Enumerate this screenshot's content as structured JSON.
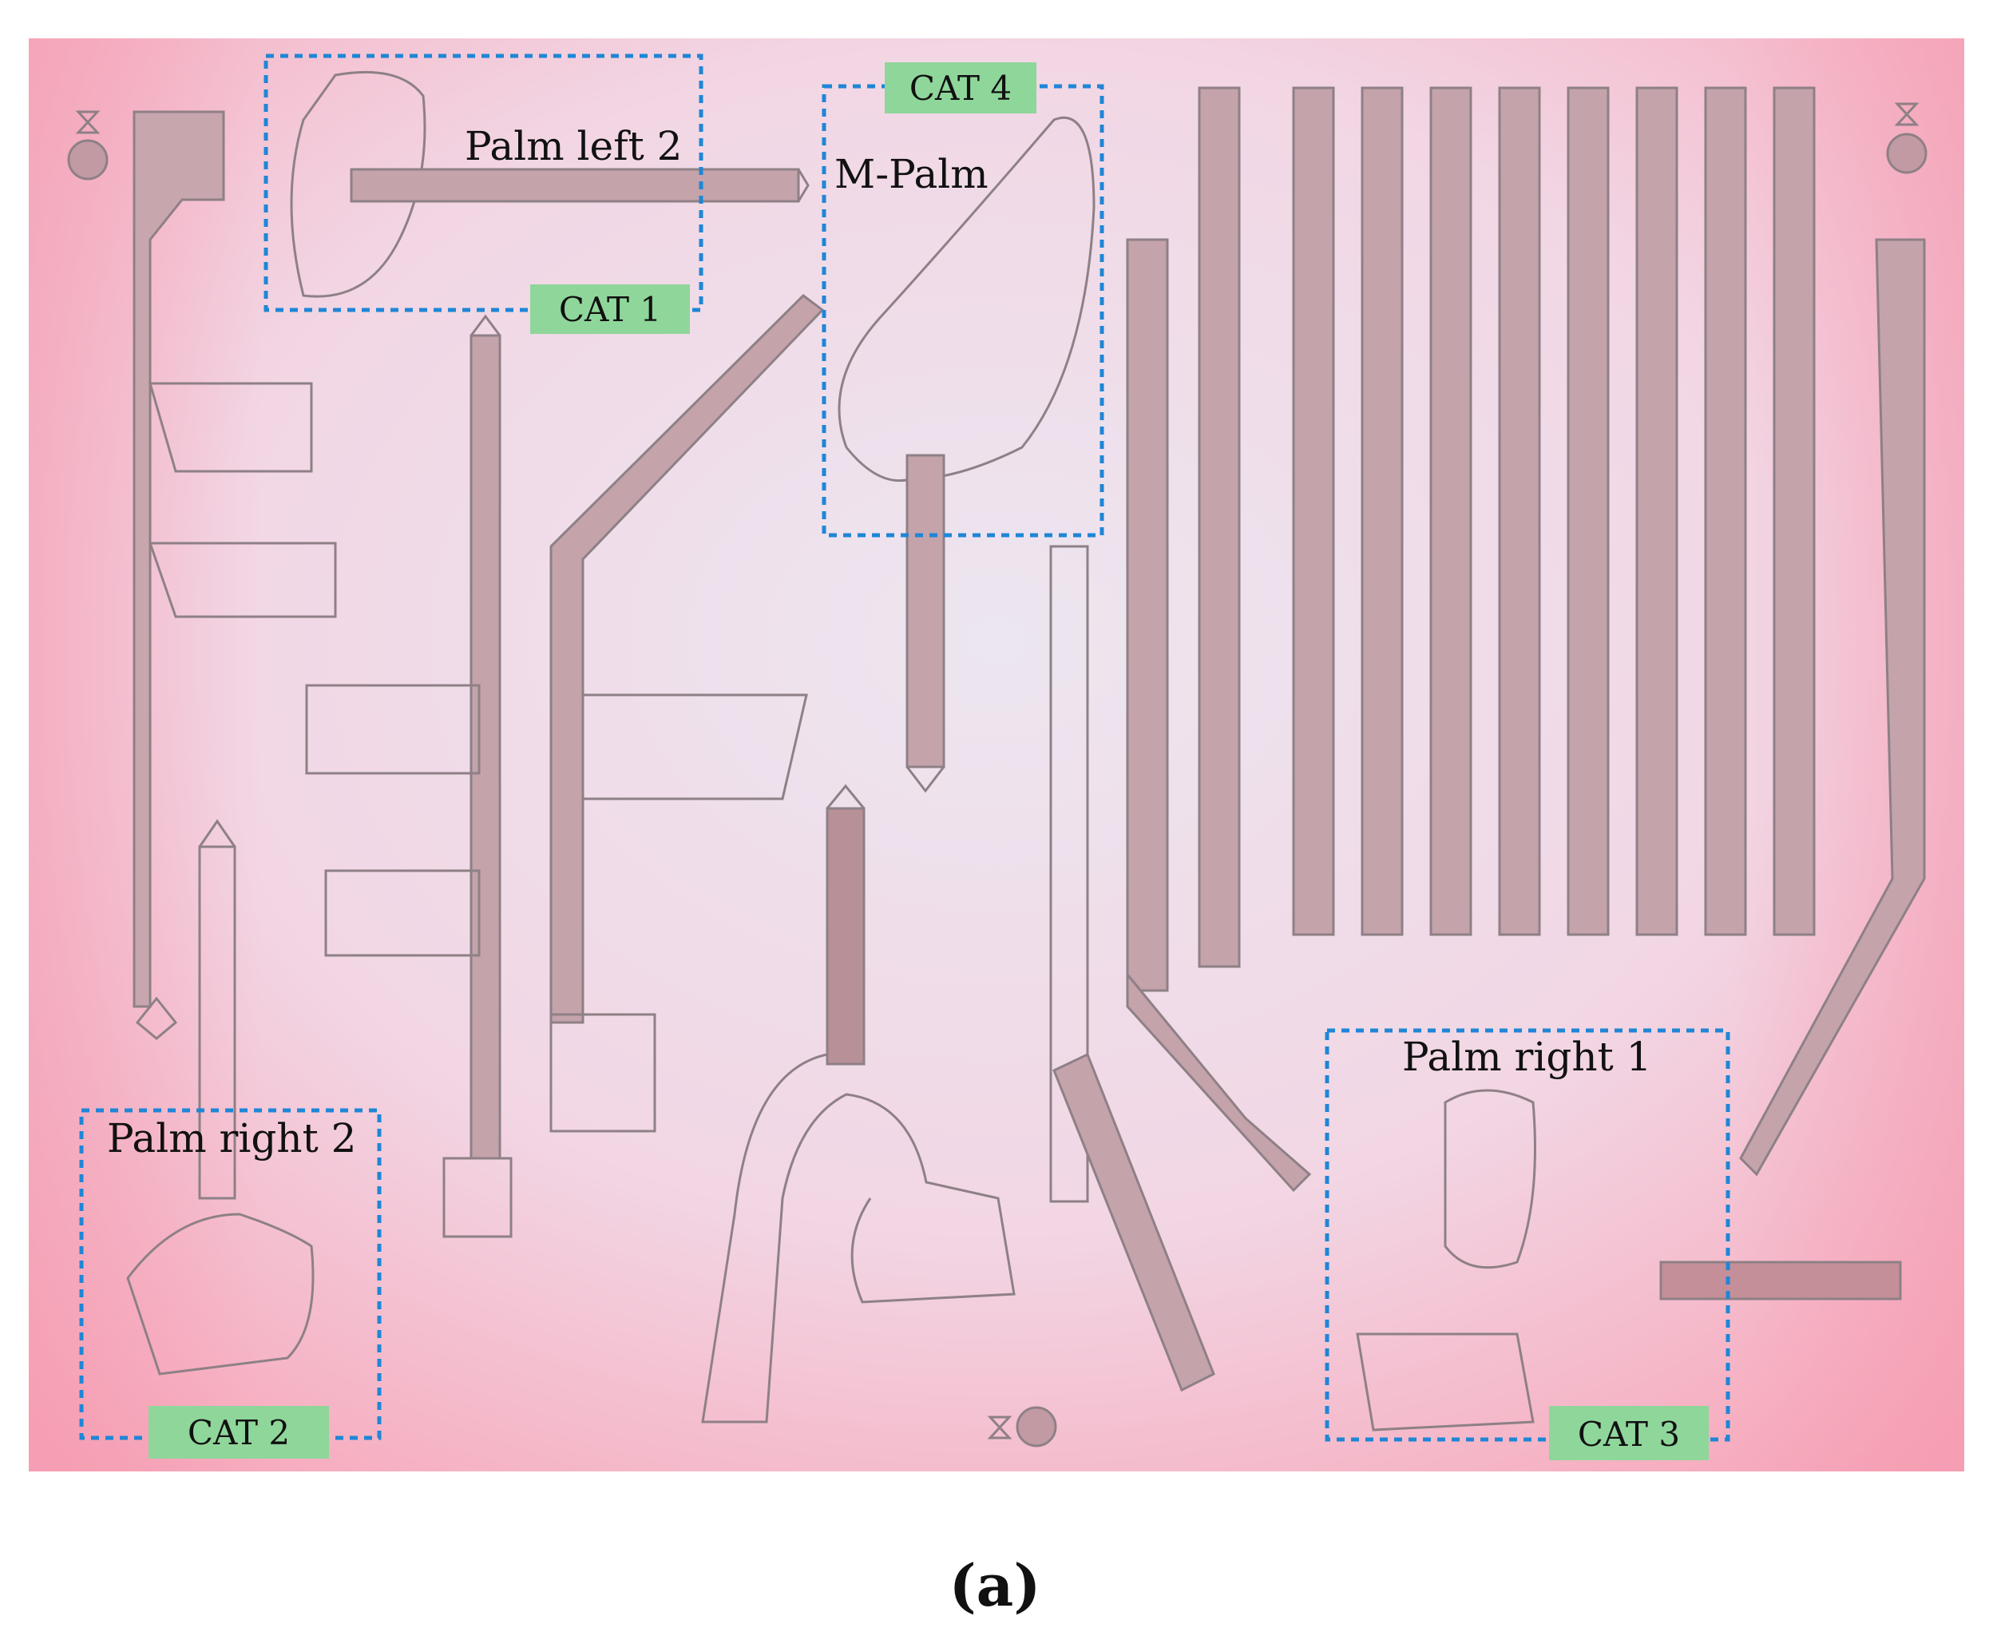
{
  "figure": {
    "caption": "(a)",
    "colors": {
      "substrate_light": "#e9e2ee",
      "substrate_edge": "#f7a3b6",
      "trace": "#a88c92",
      "trace_fill": "#c4a3ab",
      "outline": "#8e8086",
      "box_border": "#1f86d6",
      "tag_fill": "#8fd69a",
      "text": "#111111"
    },
    "labels": {
      "palm_left_2": "Palm left 2",
      "m_palm": "M-Palm",
      "palm_right_1": "Palm right 1",
      "palm_right_2": "Palm right 2"
    },
    "tags": {
      "cat1": "CAT 1",
      "cat2": "CAT 2",
      "cat3": "CAT 3",
      "cat4": "CAT 4"
    }
  }
}
